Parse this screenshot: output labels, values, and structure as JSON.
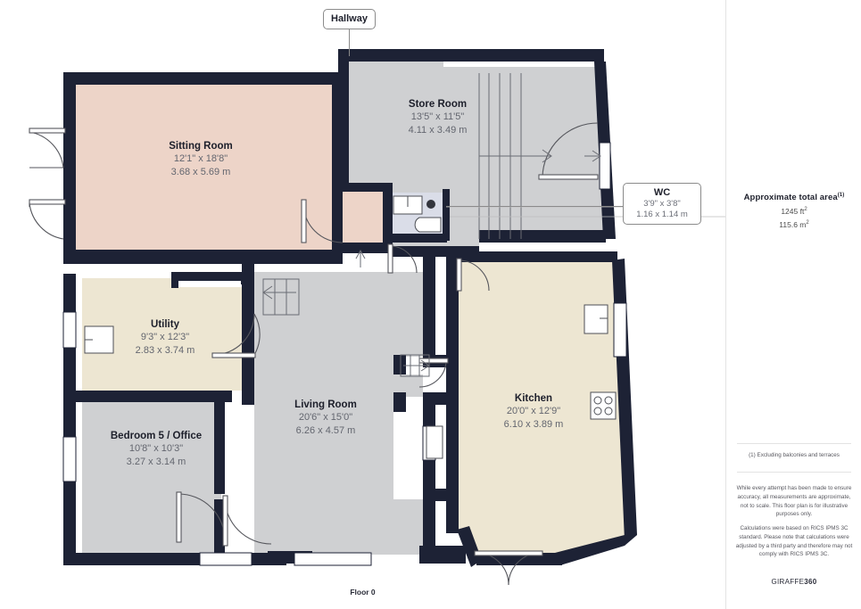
{
  "document": {
    "type": "floor-plan",
    "floor_caption": "Floor 0"
  },
  "colors": {
    "wall": "#1d2235",
    "sitting_room_fill": "#EDD4C8",
    "kitchen_fill": "#EDE6D2",
    "generic_fill": "#CFD0D2",
    "bathroom_fill": "#DADDE8",
    "panel_border": "#e3e3e3",
    "label_dark": "#1d1f2b",
    "label_grey": "#63666f"
  },
  "callouts": [
    {
      "id": "hallway",
      "name": "Hallway",
      "dim_imperial": "",
      "dim_metric": ""
    },
    {
      "id": "wc",
      "name": "WC",
      "dim_imperial": "3'9\" x 3'8\"",
      "dim_metric": "1.16 x 1.14 m"
    }
  ],
  "rooms": [
    {
      "id": "sitting-room",
      "name": "Sitting Room",
      "dim_imperial": "12'1\" x 18'8\"",
      "dim_metric": "3.68 x 5.69 m"
    },
    {
      "id": "store-room",
      "name": "Store Room",
      "dim_imperial": "13'5\" x 11'5\"",
      "dim_metric": "4.11 x 3.49 m"
    },
    {
      "id": "utility",
      "name": "Utility",
      "dim_imperial": "9'3\" x 12'3\"",
      "dim_metric": "2.83 x 3.74 m"
    },
    {
      "id": "bedroom-5-office",
      "name": "Bedroom 5 / Office",
      "dim_imperial": "10'8\" x 10'3\"",
      "dim_metric": "3.27 x 3.14 m"
    },
    {
      "id": "living-room",
      "name": "Living Room",
      "dim_imperial": "20'6\" x 15'0\"",
      "dim_metric": "6.26 x 4.57 m"
    },
    {
      "id": "kitchen",
      "name": "Kitchen",
      "dim_imperial": "20'0\" x 12'9\"",
      "dim_metric": "6.10 x 3.89 m"
    }
  ],
  "panel": {
    "area_title": "Approximate total area",
    "area_title_superscript": "(1)",
    "area_sqft": "1245 ft",
    "area_sqft_sup": "2",
    "area_sqm": "115.6 m",
    "area_sqm_sup": "2",
    "footnote": "(1) Excluding balconies and terraces",
    "disclaimer_1": "While every attempt has been made to ensure accuracy, all measurements are approximate, not to scale. This floor plan is for illustrative purposes only.",
    "disclaimer_2": "Calculations were based on RICS IPMS 3C standard. Please note that calculations were adjusted by a third party and therefore may not comply with RICS IPMS 3C.",
    "logo_prefix": "GIRAFFE",
    "logo_suffix": "360"
  }
}
